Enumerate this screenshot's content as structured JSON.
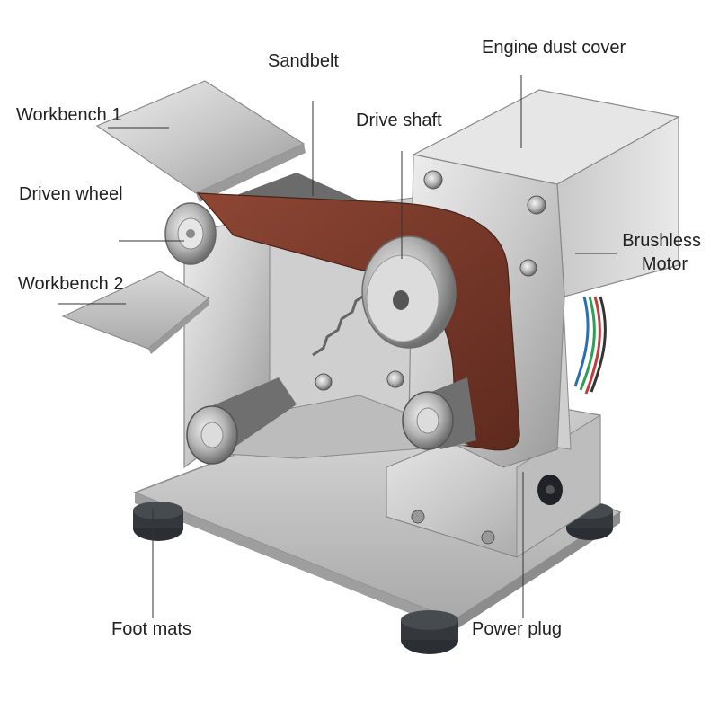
{
  "labels": {
    "workbench1": "Workbench 1",
    "driven_wheel": "Driven wheel",
    "workbench2": "Workbench 2",
    "sandbelt": "Sandbelt",
    "drive_shaft": "Drive shaft",
    "engine_dust_cover": "Engine dust cover",
    "brushless": "Brushless",
    "motor": "Motor",
    "foot_mats": "Foot mats",
    "power_plug": "Power plug"
  },
  "colors": {
    "background": "#ffffff",
    "steel_light": "#d9d9d9",
    "steel_mid": "#b8b8b8",
    "steel_dark": "#8a8a8a",
    "belt": "#7a3a2a",
    "rubber": "#2b2f33",
    "leader_line": "#333333"
  }
}
